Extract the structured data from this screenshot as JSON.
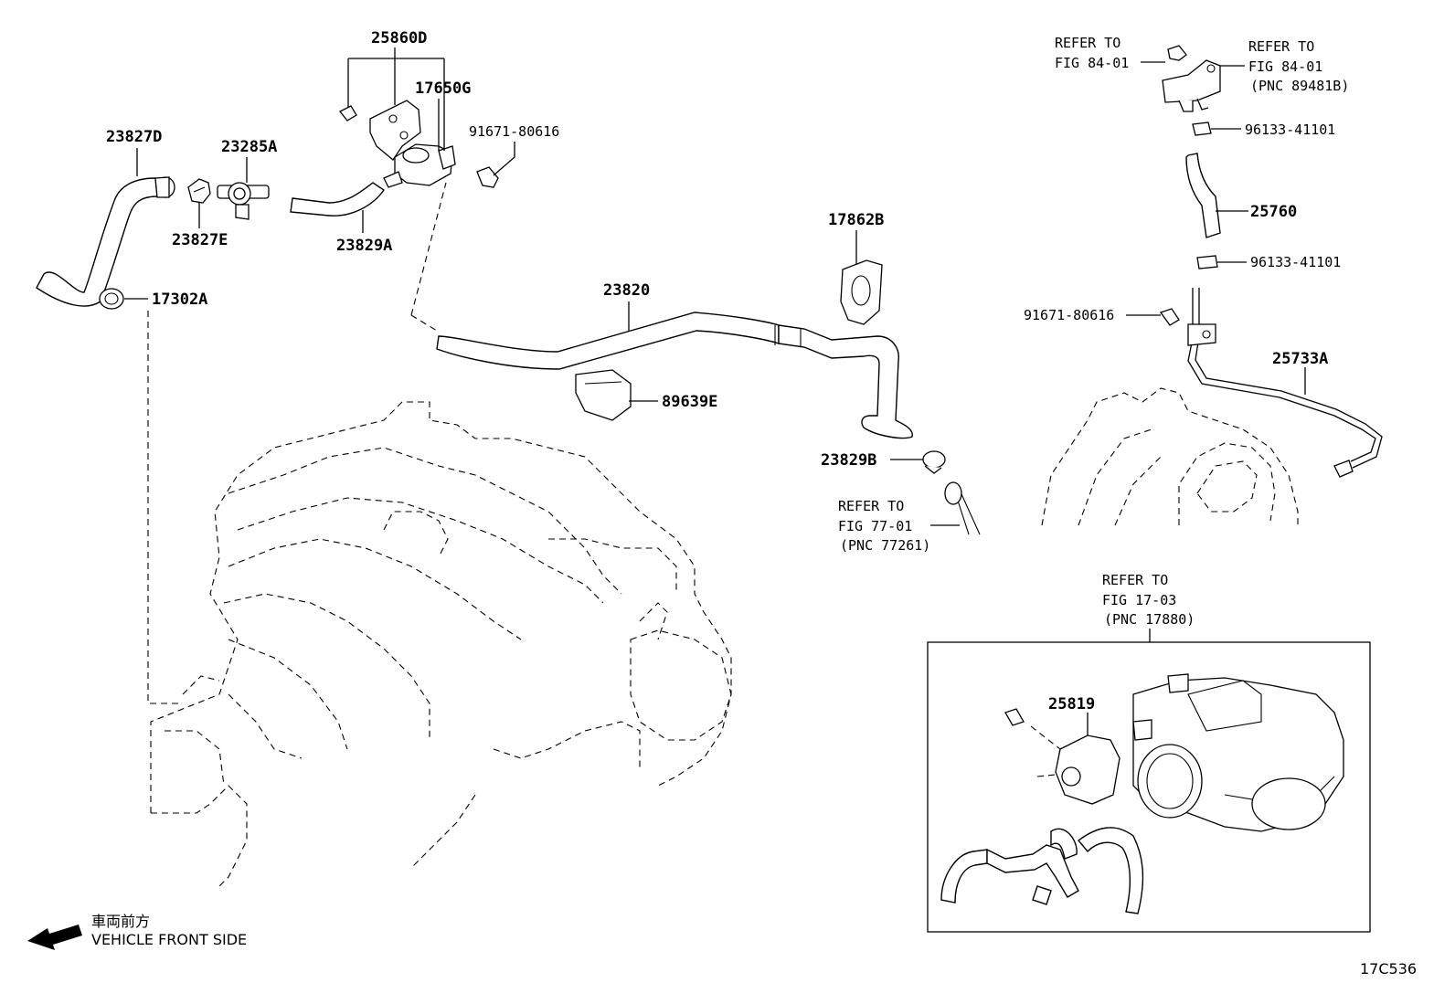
{
  "labels": {
    "p25860D": "25860D",
    "p17650G": "17650G",
    "p23827D": "23827D",
    "p23285A": "23285A",
    "p91671_top": "91671-80616",
    "p23827E": "23827E",
    "p23829A": "23829A",
    "p17302A": "17302A",
    "p23820": "23820",
    "p17862B": "17862B",
    "p89639E": "89639E",
    "p23829B": "23829B",
    "p96133_a": "96133-41101",
    "p25760": "25760",
    "p96133_b": "96133-41101",
    "p91671_right": "91671-80616",
    "p25733A": "25733A",
    "p25819": "25819"
  },
  "refs": {
    "refer_to": "REFER TO",
    "fig_84_left": "FIG 84-01",
    "fig_84_right": "FIG 84-01",
    "pnc_89481B": "(PNC 89481B)",
    "fig_77": "FIG 77-01",
    "pnc_77261": "(PNC 77261)",
    "fig_17": "FIG 17-03",
    "pnc_17880": "(PNC 17880)"
  },
  "orientation": {
    "jp": "車両前方",
    "en": "VEHICLE FRONT SIDE"
  },
  "figure_code": "17C536"
}
